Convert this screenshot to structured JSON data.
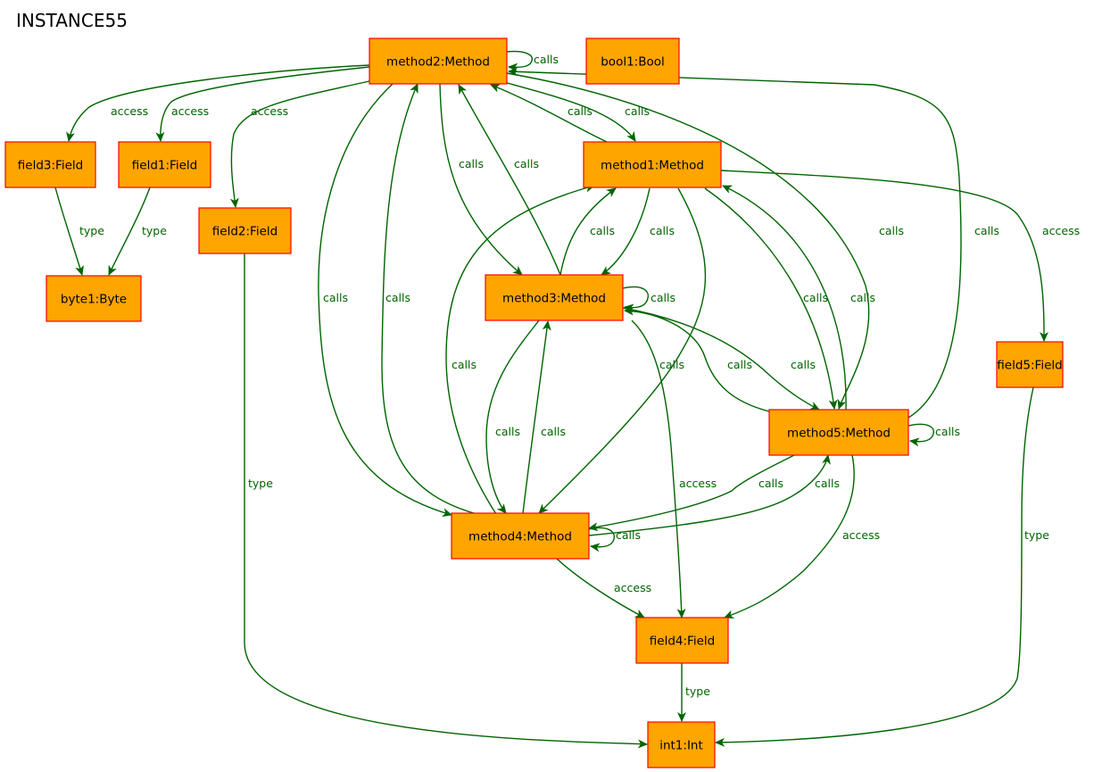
{
  "title": "INSTANCE55",
  "nodes": [
    {
      "id": "method2",
      "label": "method2:Method"
    },
    {
      "id": "bool1",
      "label": "bool1:Bool"
    },
    {
      "id": "field3",
      "label": "field3:Field"
    },
    {
      "id": "field1",
      "label": "field1:Field"
    },
    {
      "id": "field2",
      "label": "field2:Field"
    },
    {
      "id": "byte1",
      "label": "byte1:Byte"
    },
    {
      "id": "method1",
      "label": "method1:Method"
    },
    {
      "id": "method3",
      "label": "method3:Method"
    },
    {
      "id": "field5",
      "label": "field5:Field"
    },
    {
      "id": "method5",
      "label": "method5:Method"
    },
    {
      "id": "method4",
      "label": "method4:Method"
    },
    {
      "id": "field4",
      "label": "field4:Field"
    },
    {
      "id": "int1",
      "label": "int1:Int"
    }
  ],
  "edges": [
    {
      "id": "e01",
      "from": "method2",
      "to": "method2",
      "label": "calls"
    },
    {
      "id": "e02",
      "from": "method2",
      "to": "field3",
      "label": "access"
    },
    {
      "id": "e03",
      "from": "method2",
      "to": "field1",
      "label": "access"
    },
    {
      "id": "e04",
      "from": "method2",
      "to": "field2",
      "label": "access"
    },
    {
      "id": "e05",
      "from": "field3",
      "to": "byte1",
      "label": "type"
    },
    {
      "id": "e06",
      "from": "field1",
      "to": "byte1",
      "label": "type"
    },
    {
      "id": "e07",
      "from": "field2",
      "to": "int1",
      "label": "type"
    },
    {
      "id": "e08",
      "from": "method2",
      "to": "method3",
      "label": "calls"
    },
    {
      "id": "e09",
      "from": "method3",
      "to": "method2",
      "label": "calls"
    },
    {
      "id": "e10",
      "from": "method1",
      "to": "method2",
      "label": "calls"
    },
    {
      "id": "e11",
      "from": "method2",
      "to": "method1",
      "label": "calls"
    },
    {
      "id": "e12",
      "from": "method2",
      "to": "method4",
      "label": "calls"
    },
    {
      "id": "e13",
      "from": "method4",
      "to": "method2",
      "label": "calls"
    },
    {
      "id": "e14",
      "from": "method2",
      "to": "method5",
      "label": "calls"
    },
    {
      "id": "e15",
      "from": "method5",
      "to": "method2",
      "label": "calls"
    },
    {
      "id": "e16",
      "from": "method1",
      "to": "field5",
      "label": "access"
    },
    {
      "id": "e17",
      "from": "method3",
      "to": "method1",
      "label": "calls"
    },
    {
      "id": "e18",
      "from": "method1",
      "to": "method3",
      "label": "calls"
    },
    {
      "id": "e19",
      "from": "method1",
      "to": "method5",
      "label": "calls"
    },
    {
      "id": "e20",
      "from": "method5",
      "to": "method1",
      "label": "calls"
    },
    {
      "id": "e21",
      "from": "method4",
      "to": "method1",
      "label": "calls"
    },
    {
      "id": "e22",
      "from": "method1",
      "to": "method4",
      "label": "calls"
    },
    {
      "id": "e23",
      "from": "method3",
      "to": "method3",
      "label": "calls"
    },
    {
      "id": "e24",
      "from": "method3",
      "to": "field4",
      "label": "access"
    },
    {
      "id": "e25",
      "from": "method3",
      "to": "method5",
      "label": "calls"
    },
    {
      "id": "e26",
      "from": "method5",
      "to": "method3",
      "label": "calls"
    },
    {
      "id": "e27",
      "from": "method3",
      "to": "method4",
      "label": "calls"
    },
    {
      "id": "e28",
      "from": "method4",
      "to": "method3",
      "label": "calls"
    },
    {
      "id": "e29",
      "from": "method5",
      "to": "method5",
      "label": "calls"
    },
    {
      "id": "e30",
      "from": "method5",
      "to": "method4",
      "label": "calls"
    },
    {
      "id": "e31",
      "from": "method4",
      "to": "method5",
      "label": "calls"
    },
    {
      "id": "e32",
      "from": "method5",
      "to": "field4",
      "label": "access"
    },
    {
      "id": "e33",
      "from": "method4",
      "to": "method4",
      "label": "calls"
    },
    {
      "id": "e34",
      "from": "method4",
      "to": "field4",
      "label": "access"
    },
    {
      "id": "e35",
      "from": "field4",
      "to": "int1",
      "label": "type"
    },
    {
      "id": "e36",
      "from": "field5",
      "to": "int1",
      "label": "type"
    }
  ],
  "colors": {
    "node_fill": "#ffa500",
    "node_border": "#ff0000",
    "edge": "#006400",
    "text": "#000000"
  }
}
